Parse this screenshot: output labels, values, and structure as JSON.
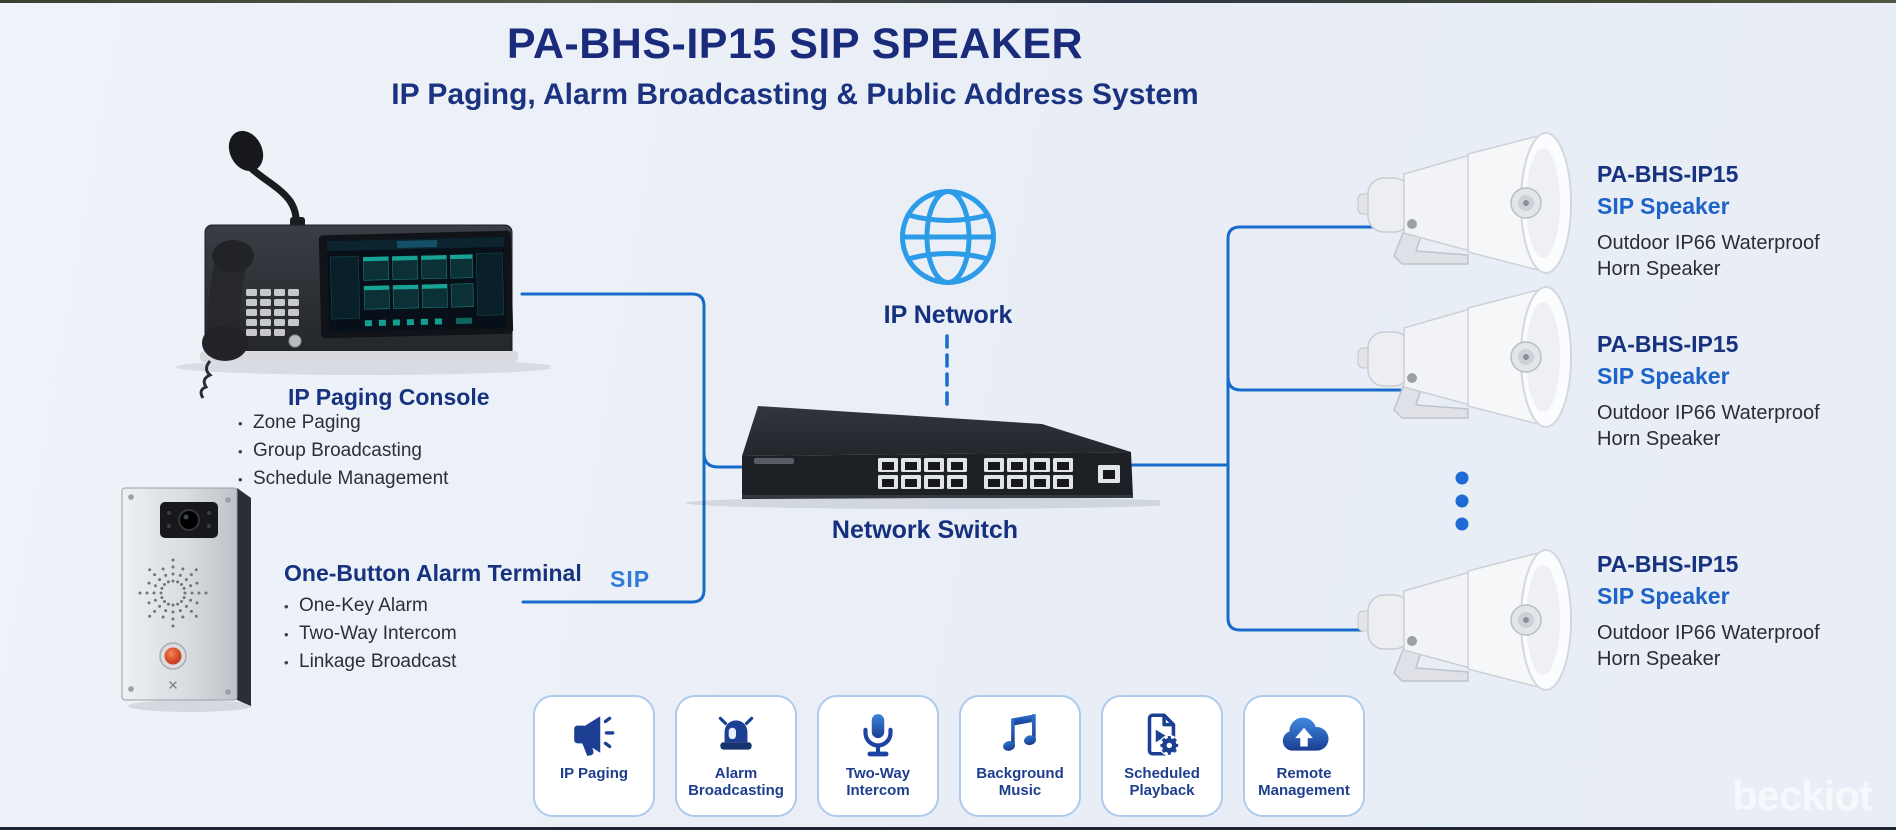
{
  "header": {
    "title": "PA-BHS-IP15 SIP SPEAKER",
    "subtitle": "IP Paging, Alarm Broadcasting & Public Address System"
  },
  "paging_console": {
    "heading": "IP Paging Console",
    "features": [
      "Zone Paging",
      "Group Broadcasting",
      "Schedule Management"
    ]
  },
  "alarm_terminal": {
    "heading": "One-Button Alarm Terminal",
    "features": [
      "One-Key Alarm",
      "Two-Way Intercom",
      "Linkage Broadcast"
    ]
  },
  "network": {
    "ip_network_label": "IP Network",
    "switch_label": "Network Switch",
    "sip_protocol_label": "SIP",
    "icon": "globe-icon"
  },
  "speakers": [
    {
      "model": "PA-BHS-IP15",
      "type": "SIP Speaker",
      "desc_line1": "Outdoor IP66 Waterproof",
      "desc_line2": "Horn Speaker"
    },
    {
      "model": "PA-BHS-IP15",
      "type": "SIP Speaker",
      "desc_line1": "Outdoor IP66 Waterproof",
      "desc_line2": "Horn Speaker"
    },
    {
      "model": "PA-BHS-IP15",
      "type": "SIP Speaker",
      "desc_line1": "Outdoor IP66 Waterproof",
      "desc_line2": "Horn Speaker"
    }
  ],
  "feature_cards": [
    {
      "icon": "megaphone-icon",
      "label": "IP Paging"
    },
    {
      "icon": "siren-icon",
      "label": "Alarm Broadcasting"
    },
    {
      "icon": "microphone-icon",
      "label": "Two-Way Intercom"
    },
    {
      "icon": "music-note-icon",
      "label": "Background Music"
    },
    {
      "icon": "document-play-icon",
      "label": "Scheduled Playback"
    },
    {
      "icon": "cloud-upload-icon",
      "label": "Remote Management"
    }
  ],
  "watermark": "beckiot",
  "colors": {
    "heading_navy": "#1a2b7c",
    "speaker_type_blue": "#1e63c8",
    "line_blue": "#176bca",
    "globe_blue": "#2d9ce8",
    "card_border": "#aecbee",
    "body_text": "#2e2e36"
  }
}
